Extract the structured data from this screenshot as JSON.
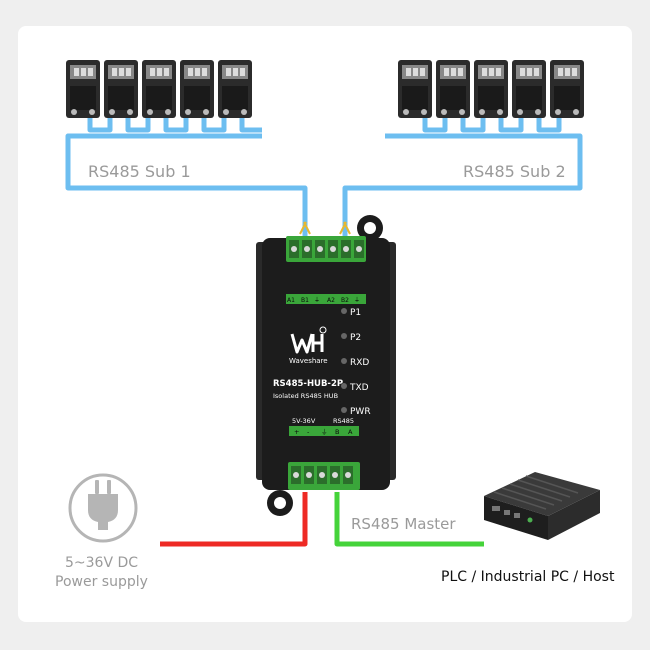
{
  "labels": {
    "sub1": "RS485 Sub 1",
    "sub2": "RS485 Sub 2",
    "master": "RS485 Master",
    "power_line1": "5~36V DC",
    "power_line2": "Power supply",
    "host": "PLC / Industrial PC / Host"
  },
  "device": {
    "brand": "Waveshare",
    "model": "RS485-HUB-2P",
    "subtitle": "Isolated RS485 HUB",
    "indicators": [
      "P1",
      "P2",
      "RXD",
      "TXD",
      "PWR"
    ],
    "top_pins": [
      "A1",
      "B1",
      "⏚",
      "A2",
      "B2",
      "⏚"
    ],
    "bottom_section_left": "5V-36V",
    "bottom_section_right": "RS485",
    "bottom_pins": [
      "+",
      "-",
      "⏚",
      "B",
      "A"
    ]
  },
  "colors": {
    "rs485_bus": "#6dbef0",
    "power_wire": "#ee2a24",
    "master_wire": "#45d33a",
    "terminal_green": "#3aa63a",
    "device_body": "#1c1c1c",
    "label_gray": "#9a9a9a"
  },
  "icons": {
    "slave_device": "terminal-block-icon",
    "power": "power-plug-icon",
    "host": "industrial-pc-icon"
  }
}
